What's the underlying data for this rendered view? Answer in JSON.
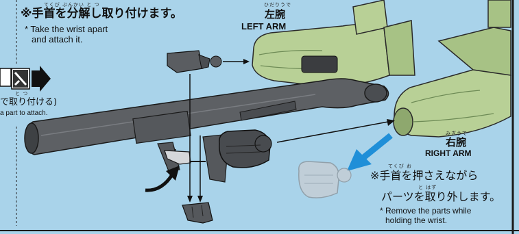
{
  "top_instruction": {
    "ruby": "てくび   ぶんかい   と   つ",
    "jp": "※手首を分解し取り付けます。",
    "en_line1": "* Take the wrist apart",
    "en_line2": "and attach it."
  },
  "left_arm": {
    "ruby": "ひだりうで",
    "jp": "左腕",
    "en": "LEFT ARM"
  },
  "right_arm": {
    "ruby": "みぎうで",
    "jp": "右腕",
    "en": "RIGHT ARM"
  },
  "left_note": {
    "ruby": "と  つ",
    "jp": "で取り付ける)",
    "en": "a part to attach."
  },
  "bottom_instruction": {
    "ruby1": "てくび   お",
    "jp1": "※手首を押さえながら",
    "ruby2": "と  はず",
    "jp2": "パーツを取り外します。",
    "en_line1": "* Remove the parts while",
    "en_line2": "holding the wrist."
  },
  "colors": {
    "background": "#a9d3ea",
    "arm_green": "#b8d096",
    "weapon_gray": "#5d6064",
    "arrow_blue": "#1f8fd8",
    "border": "#1a1a1a"
  },
  "icons": [
    "step-arrow-icon",
    "hand-part-icon"
  ]
}
